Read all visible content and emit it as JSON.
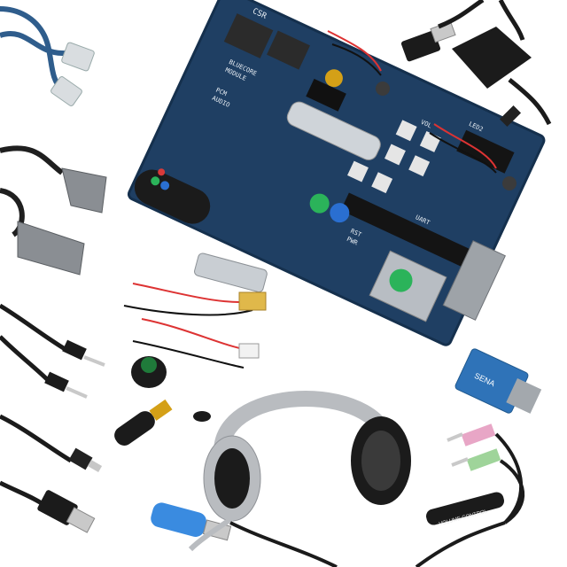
{
  "board": {
    "logo_text": "CSR",
    "silk_lines": [
      "BLUECORE",
      "MODULE",
      "UART",
      "PCM",
      "AUDIO"
    ],
    "connector_labels": [
      "LED2",
      "RST",
      "PWR"
    ],
    "vol_label": "VOL"
  },
  "cable_labels": {
    "volume_control": "VOLUME CONTROL"
  },
  "adapter": {
    "label": "SENA"
  },
  "colors": {
    "pcb": "#1f3f63",
    "pcb_edge": "#15304d",
    "ethernet_cable": "#2f5d8c",
    "serial_grey": "#8a8e93",
    "headset_silver": "#b9bcc0",
    "headset_black": "#1b1b1b",
    "usb_blue": "#3a8be0",
    "adapter_blue": "#2f73b8",
    "jack_pink": "#e8a6c6",
    "jack_green": "#9fd49a",
    "led_green": "#2bb35a",
    "led_blue": "#2a6fd1"
  }
}
